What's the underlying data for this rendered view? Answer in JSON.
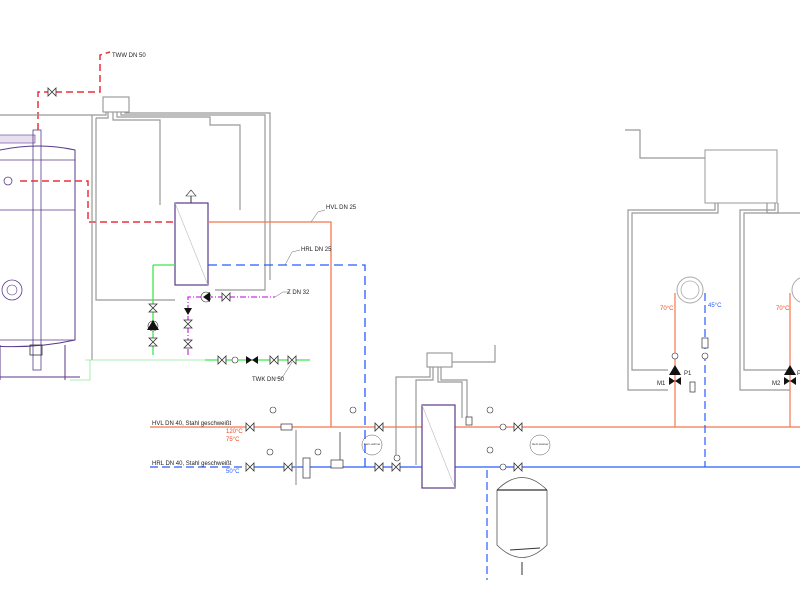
{
  "labels": {
    "tww": "TWW DN 50",
    "hvl_small": "HVL DN 25",
    "hrl_small": "HRL DN 25",
    "z": "Z DN 32",
    "twk": "TWK DN 50",
    "hvl_main": "HVL DN 40, Stahl geschweißt",
    "hrl_main": "HRL DN 40, Stahl geschweißt",
    "t_120": "120°C",
    "t_75": "75°C",
    "t_50": "50°C",
    "t_70_1": "70°C",
    "t_45": "45°C",
    "t_70_2": "70°C",
    "p1": "P1",
    "m1": "M1",
    "m2": "M2",
    "p2": "P",
    "fern": "Fern-wärme",
    "heiz": "Heiz-wasser"
  },
  "colors": {
    "supply": "#f4774f",
    "return": "#2a5cff",
    "drinking_hot": "#e8323a",
    "drinking_cold": "#3ee84a",
    "circulation": "#c000e0",
    "control": "#999999",
    "tank": "#5a3a8a"
  }
}
